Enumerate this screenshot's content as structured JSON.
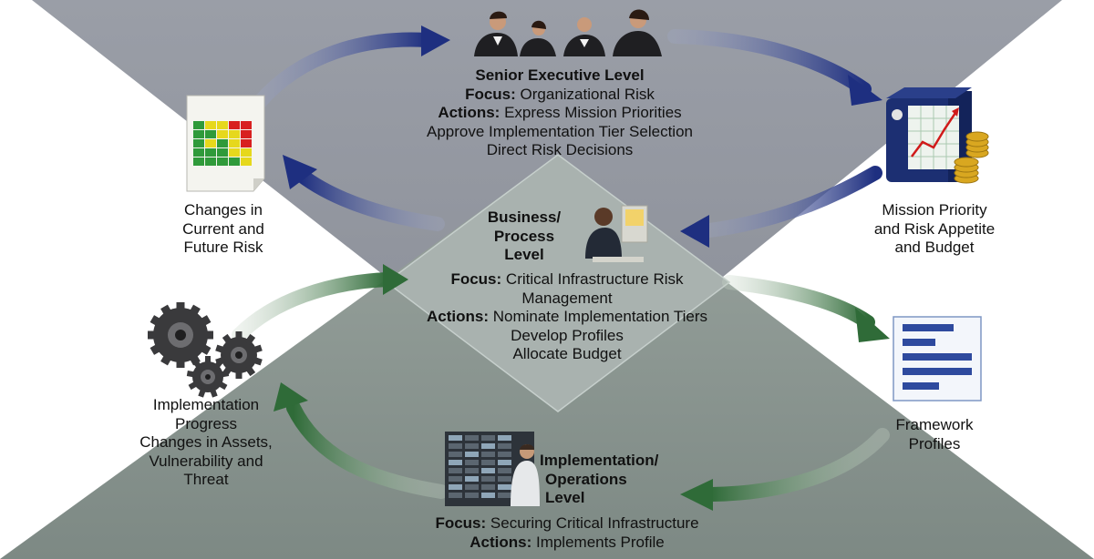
{
  "senior": {
    "title": "Senior Executive Level",
    "focus_label": "Focus:",
    "focus_text": "Organizational Risk",
    "actions_label": "Actions:",
    "actions_text": "Express Mission Priorities",
    "line3": "Approve Implementation Tier Selection",
    "line4": "Direct Risk Decisions"
  },
  "business": {
    "title1": "Business/",
    "title2": "Process",
    "title3": "Level",
    "focus_label": "Focus:",
    "focus_text": "Critical Infrastructure Risk",
    "focus_text2": "Management",
    "actions_label": "Actions:",
    "actions_text": "Nominate Implementation Tiers",
    "line3": "Develop Profiles",
    "line4": "Allocate Budget"
  },
  "implementation": {
    "title1": "Implementation/",
    "title2": "Operations",
    "title3": "Level",
    "focus_label": "Focus:",
    "focus_text": "Securing Critical Infrastructure",
    "actions_label": "Actions:",
    "actions_text": "Implements Profile"
  },
  "changes": {
    "line1": "Changes in",
    "line2": "Current and",
    "line3": "Future Risk"
  },
  "mission": {
    "line1": "Mission Priority",
    "line2": "and Risk Appetite",
    "line3": "and Budget"
  },
  "progress": {
    "line1": "Implementation",
    "line2": "Progress",
    "line3": "Changes in Assets,",
    "line4": "Vulnerability and",
    "line5": "Threat"
  },
  "framework": {
    "line1": "Framework",
    "line2": "Profiles"
  },
  "colors": {
    "top_band": "#8c9099",
    "bottom_band": "#7f8b84",
    "diamond": "#a8b2ae",
    "blue_arrow": "#1e2f80",
    "green_arrow": "#2f6b38"
  }
}
